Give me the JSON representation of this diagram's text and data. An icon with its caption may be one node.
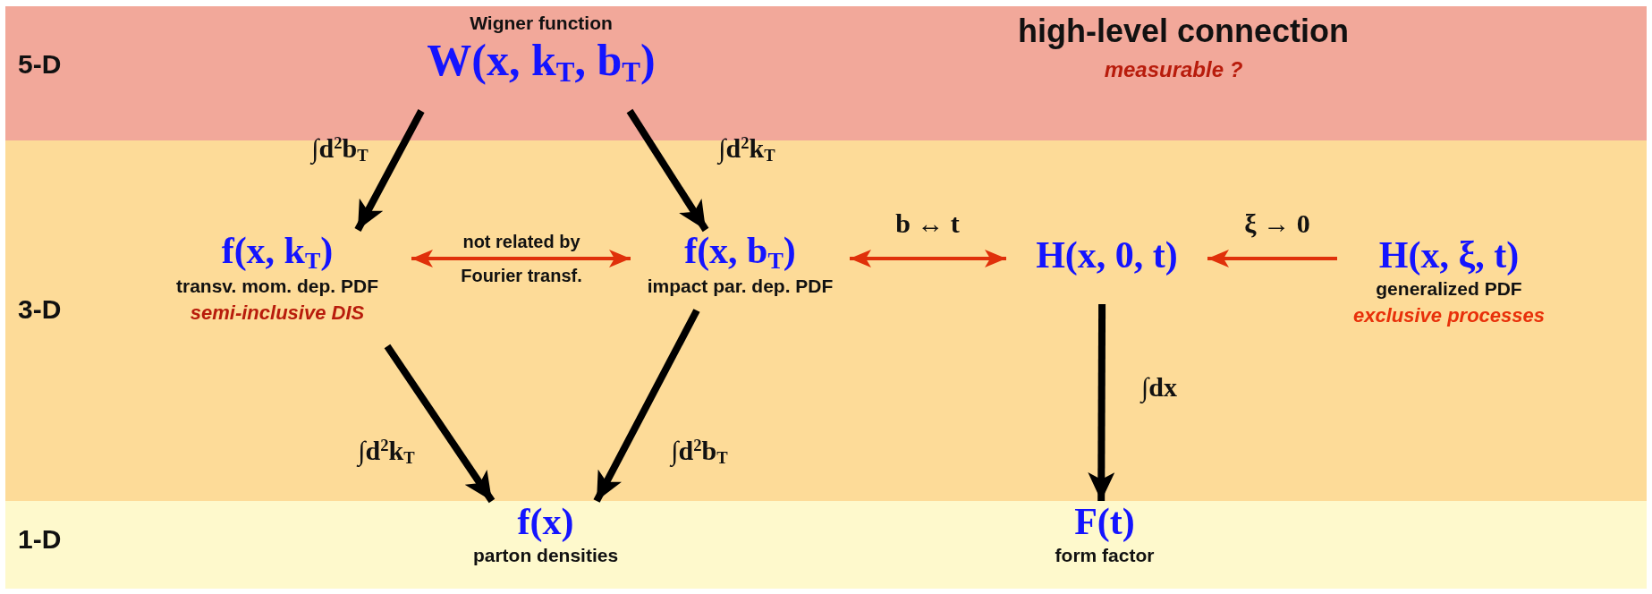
{
  "diagram": {
    "nodes": [
      {
        "text": [
          "5-D"
        ]
      },
      {
        "text": [
          "Wigner function",
          "W(x, k$_{T}$, b$_{T}$)"
        ],
        "in": 0
      },
      {
        "text": [
          "3-D"
        ]
      },
      {
        "text": [
          "f(x, k$_{T}$)",
          "transv. mom. dep. PDF",
          "semi-inclusive DIS"
        ],
        "in": 2
      },
      {
        "text": [
          "f(x, b$_{T}$)",
          "impact par. dep. PDF"
        ],
        "in": 2
      },
      {
        "text": [
          "H(x, 0, t)"
        ],
        "in": 2
      },
      {
        "text": [
          "H(x, ξ, t)",
          "generalized PDF",
          "exclusive processes"
        ],
        "in": 2
      },
      {
        "text": [
          "1-D"
        ]
      },
      {
        "text": [
          "f(x)",
          "parton densities"
        ],
        "in": 7
      },
      {
        "text": [
          "F(t)",
          "form factor"
        ],
        "in": 7
      }
    ],
    "edges": [
      {
        "from": 1,
        "to": 3,
        "arrow": "to",
        "label": "∫d$^{2}$b$_{T}$"
      },
      {
        "from": 1,
        "to": 4,
        "arrow": "to",
        "label": "∫d$^{2}$k$_{T}$"
      },
      {
        "from": 3,
        "to": 4,
        "arrow": "both",
        "label": "**not** related by Fourier transf.",
        "color": "#e0300a"
      },
      {
        "from": 4,
        "to": 5,
        "arrow": "both",
        "label": "b ↔ t",
        "color": "#e0300a"
      },
      {
        "from": 6,
        "to": 5,
        "arrow": "to",
        "label": "ξ → 0",
        "color": "#e0300a"
      },
      {
        "from": 3,
        "to": 8,
        "arrow": "to",
        "label": "∫d$^{2}$k$_{T}$"
      },
      {
        "from": 4,
        "to": 8,
        "arrow": "to",
        "label": "∫d$^{2}$b$_{T}$"
      },
      {
        "from": 5,
        "to": 9,
        "arrow": "to",
        "label": "∫dx"
      }
    ],
    "labels": [
      "high-level connection",
      "measurable ?"
    ]
  }
}
